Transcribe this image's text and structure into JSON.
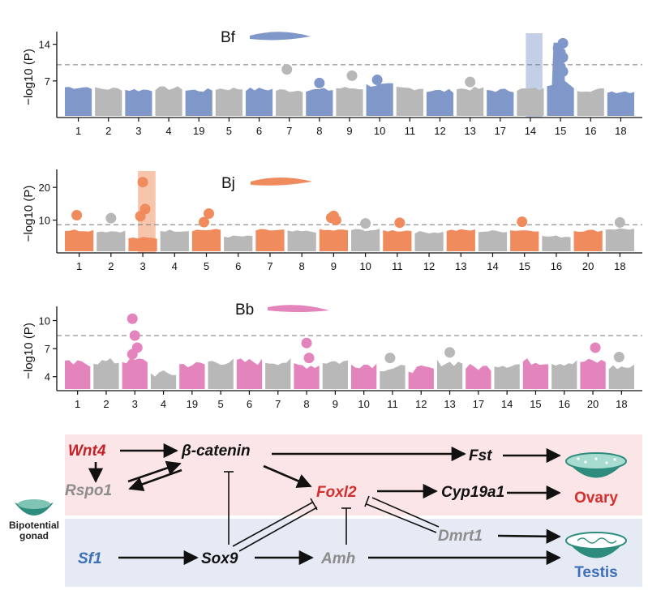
{
  "chart_data": [
    {
      "type": "scatter",
      "title": "Bf",
      "ylabel": "−log10 (P)",
      "xlabel": "",
      "ylim": [
        0,
        15.5
      ],
      "yticks": [
        7,
        14
      ],
      "threshold": 10.1,
      "point_color": "#8097c9",
      "alt_color": "#b8b8b8",
      "highlight_color": "#c2cfe6",
      "highlight_group": 15,
      "chromosomes": [
        "1",
        "2",
        "3",
        "4",
        "19",
        "5",
        "6",
        "7",
        "8",
        "9",
        "10",
        "11",
        "12",
        "13",
        "17",
        "14",
        "15",
        "16",
        "18"
      ],
      "base_levels": [
        5.8,
        5.5,
        5.3,
        5.6,
        5.2,
        5.5,
        5.4,
        5.2,
        5.3,
        5.6,
        6.2,
        5.6,
        5.1,
        5.5,
        5.2,
        5.4,
        14.0,
        5.3,
        5.0
      ],
      "points": [
        {
          "group": 7,
          "y": 9.2
        },
        {
          "group": 8,
          "y": 6.6
        },
        {
          "group": 9,
          "y": 8.0
        },
        {
          "group": 10,
          "y": 7.2
        },
        {
          "group": 13,
          "y": 6.8
        },
        {
          "group": 16,
          "y": 14.2
        },
        {
          "group": 16,
          "y": 13.3
        },
        {
          "group": 16,
          "y": 12.4
        },
        {
          "group": 16,
          "y": 11.5
        },
        {
          "group": 16,
          "y": 10.6
        },
        {
          "group": 16,
          "y": 9.7
        },
        {
          "group": 16,
          "y": 8.8
        },
        {
          "group": 16,
          "y": 7.9
        }
      ]
    },
    {
      "type": "scatter",
      "title": "Bj",
      "ylabel": "−log10 (P)",
      "xlabel": "",
      "ylim": [
        0,
        24
      ],
      "yticks": [
        10,
        20
      ],
      "threshold": 8.6,
      "point_color": "#f08b5e",
      "alt_color": "#b8b8b8",
      "highlight_color": "#f7c4ac",
      "highlight_group": 2,
      "chromosomes": [
        "1",
        "2",
        "3",
        "4",
        "5",
        "6",
        "7",
        "8",
        "9",
        "10",
        "11",
        "12",
        "13",
        "14",
        "15",
        "16",
        "20",
        "18"
      ],
      "base_levels": [
        6.9,
        6.6,
        4.5,
        6.8,
        7.0,
        5.0,
        6.9,
        6.5,
        6.9,
        7.0,
        6.8,
        6.3,
        6.9,
        6.6,
        6.9,
        5.0,
        6.8,
        7.3
      ],
      "points": [
        {
          "group": 0,
          "y": 11.5
        },
        {
          "group": 2,
          "y": 21.6
        },
        {
          "group": 2,
          "y": 13.4
        },
        {
          "group": 2,
          "y": 11.2
        },
        {
          "group": 1,
          "y": 10.6
        },
        {
          "group": 4,
          "y": 12.0
        },
        {
          "group": 4,
          "y": 9.4
        },
        {
          "group": 8,
          "y": 11.3
        },
        {
          "group": 8,
          "y": 10.0
        },
        {
          "group": 8,
          "y": 10.7
        },
        {
          "group": 9,
          "y": 9.0
        },
        {
          "group": 10,
          "y": 9.2
        },
        {
          "group": 14,
          "y": 9.5
        },
        {
          "group": 17,
          "y": 9.3
        }
      ]
    },
    {
      "type": "scatter",
      "title": "Bb",
      "ylabel": "−log10 (P)",
      "xlabel": "",
      "ylim": [
        2.5,
        11
      ],
      "yticks": [
        4,
        7,
        10
      ],
      "threshold": 8.4,
      "point_color": "#e384bd",
      "alt_color": "#b8b8b8",
      "highlight_color": "",
      "highlight_group": -1,
      "chromosomes": [
        "1",
        "2",
        "3",
        "4",
        "19",
        "5",
        "6",
        "7",
        "8",
        "9",
        "10",
        "11",
        "12",
        "13",
        "17",
        "14",
        "15",
        "16",
        "20",
        "18"
      ],
      "base_levels": [
        5.4,
        5.6,
        5.7,
        4.3,
        5.3,
        5.6,
        5.6,
        5.6,
        5.2,
        5.6,
        5.3,
        4.9,
        4.8,
        5.5,
        5.0,
        5.3,
        5.6,
        5.5,
        5.6,
        5.0
      ],
      "points": [
        {
          "group": 2,
          "y": 10.2
        },
        {
          "group": 2,
          "y": 8.4
        },
        {
          "group": 2,
          "y": 7.1
        },
        {
          "group": 2,
          "y": 6.4
        },
        {
          "group": 8,
          "y": 7.6
        },
        {
          "group": 8,
          "y": 6.0
        },
        {
          "group": 11,
          "y": 6.0
        },
        {
          "group": 13,
          "y": 6.6
        },
        {
          "group": 18,
          "y": 7.1
        },
        {
          "group": 19,
          "y": 6.1
        }
      ]
    }
  ],
  "pathway": {
    "genes": {
      "wnt4": "Wnt4",
      "beta_catenin": "β-catenin",
      "fst": "Fst",
      "rspo1": "Rspo1",
      "foxl2": "Foxl2",
      "cyp19a1": "Cyp19a1",
      "dmrt1": "Dmrt1",
      "sf1": "Sf1",
      "sox9": "Sox9",
      "amh": "Amh"
    },
    "organs": {
      "ovary": "Ovary",
      "testis": "Testis",
      "bipotential_line1": "Bipotential",
      "bipotential_line2": "gonad"
    },
    "colors": {
      "female_band": "#fbe5e6",
      "male_band": "#e6eaf5",
      "red_gene": "#c3222a",
      "grey_gene": "#8c8c8c",
      "blue_gene": "#3f6fb6",
      "ovary_label": "#d32f2f",
      "testis_label": "#3f6fb6",
      "gonad_teal": "#2d8c7d"
    }
  }
}
